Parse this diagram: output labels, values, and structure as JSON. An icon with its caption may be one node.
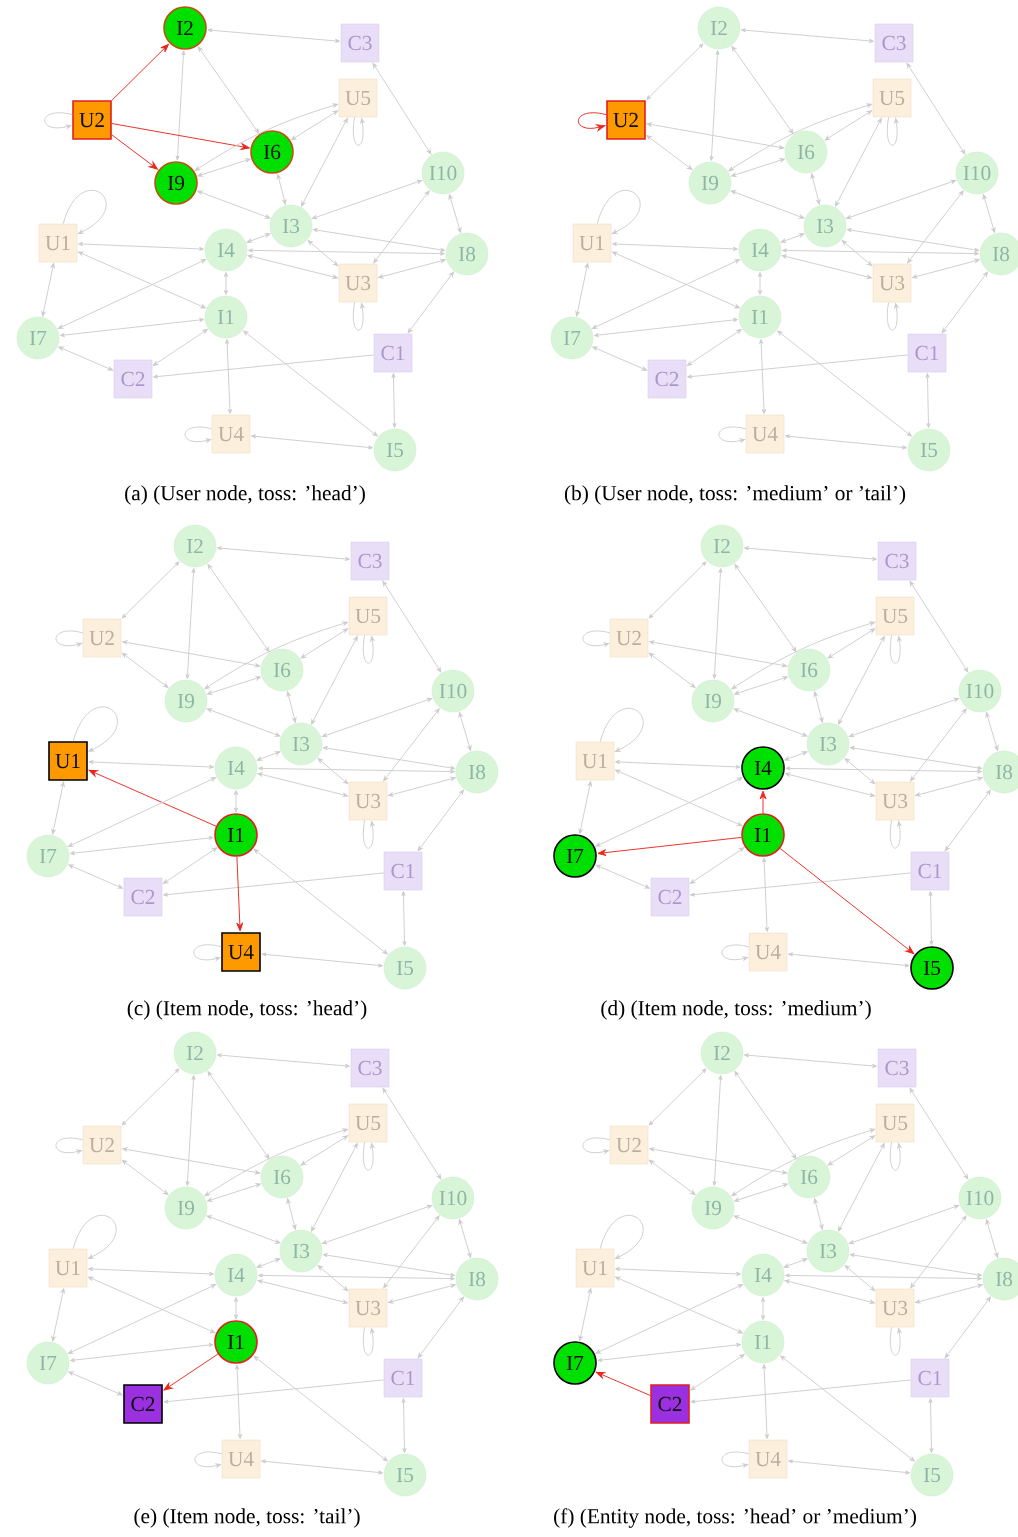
{
  "diagram": {
    "nodes": [
      {
        "text": [
          "I2"
        ]
      },
      {
        "text": [
          "C3"
        ]
      },
      {
        "text": [
          "U5"
        ]
      },
      {
        "text": [
          "U2"
        ]
      },
      {
        "text": [
          "I6"
        ]
      },
      {
        "text": [
          "I10"
        ]
      },
      {
        "text": [
          "I9"
        ]
      },
      {
        "text": [
          "I3"
        ]
      },
      {
        "text": [
          "U1"
        ]
      },
      {
        "text": [
          "I4"
        ]
      },
      {
        "text": [
          "I8"
        ]
      },
      {
        "text": [
          "U3"
        ]
      },
      {
        "text": [
          "I1"
        ]
      },
      {
        "text": [
          "I7"
        ]
      },
      {
        "text": [
          "C1"
        ]
      },
      {
        "text": [
          "C2"
        ]
      },
      {
        "text": [
          "U4"
        ]
      },
      {
        "text": [
          "I5"
        ]
      },
      {
        "text": [
          "I2"
        ]
      },
      {
        "text": [
          "C3"
        ]
      },
      {
        "text": [
          "U5"
        ]
      },
      {
        "text": [
          "U2"
        ]
      },
      {
        "text": [
          "I6"
        ]
      },
      {
        "text": [
          "I10"
        ]
      },
      {
        "text": [
          "I9"
        ]
      },
      {
        "text": [
          "I3"
        ]
      },
      {
        "text": [
          "U1"
        ]
      },
      {
        "text": [
          "I4"
        ]
      },
      {
        "text": [
          "I8"
        ]
      },
      {
        "text": [
          "U3"
        ]
      },
      {
        "text": [
          "I1"
        ]
      },
      {
        "text": [
          "I7"
        ]
      },
      {
        "text": [
          "C1"
        ]
      },
      {
        "text": [
          "C2"
        ]
      },
      {
        "text": [
          "U4"
        ]
      },
      {
        "text": [
          "I5"
        ]
      },
      {
        "text": [
          "I2"
        ]
      },
      {
        "text": [
          "C3"
        ]
      },
      {
        "text": [
          "U5"
        ]
      },
      {
        "text": [
          "U2"
        ]
      },
      {
        "text": [
          "I6"
        ]
      },
      {
        "text": [
          "I10"
        ]
      },
      {
        "text": [
          "I9"
        ]
      },
      {
        "text": [
          "I3"
        ]
      },
      {
        "text": [
          "U1"
        ]
      },
      {
        "text": [
          "I4"
        ]
      },
      {
        "text": [
          "I8"
        ]
      },
      {
        "text": [
          "U3"
        ]
      },
      {
        "text": [
          "I1"
        ]
      },
      {
        "text": [
          "I7"
        ]
      },
      {
        "text": [
          "C1"
        ]
      },
      {
        "text": [
          "C2"
        ]
      },
      {
        "text": [
          "U4"
        ]
      },
      {
        "text": [
          "I5"
        ]
      },
      {
        "text": [
          "I2"
        ]
      },
      {
        "text": [
          "C3"
        ]
      },
      {
        "text": [
          "U5"
        ]
      },
      {
        "text": [
          "U2"
        ]
      },
      {
        "text": [
          "I6"
        ]
      },
      {
        "text": [
          "I10"
        ]
      },
      {
        "text": [
          "I9"
        ]
      },
      {
        "text": [
          "I3"
        ]
      },
      {
        "text": [
          "U1"
        ]
      },
      {
        "text": [
          "I4"
        ]
      },
      {
        "text": [
          "I8"
        ]
      },
      {
        "text": [
          "U3"
        ]
      },
      {
        "text": [
          "I1"
        ]
      },
      {
        "text": [
          "I7"
        ]
      },
      {
        "text": [
          "C1"
        ]
      },
      {
        "text": [
          "C2"
        ]
      },
      {
        "text": [
          "U4"
        ]
      },
      {
        "text": [
          "I5"
        ]
      },
      {
        "text": [
          "I2"
        ]
      },
      {
        "text": [
          "C3"
        ]
      },
      {
        "text": [
          "U5"
        ]
      },
      {
        "text": [
          "U2"
        ]
      },
      {
        "text": [
          "I6"
        ]
      },
      {
        "text": [
          "I10"
        ]
      },
      {
        "text": [
          "I9"
        ]
      },
      {
        "text": [
          "I3"
        ]
      },
      {
        "text": [
          "U1"
        ]
      },
      {
        "text": [
          "I4"
        ]
      },
      {
        "text": [
          "I8"
        ]
      },
      {
        "text": [
          "U3"
        ]
      },
      {
        "text": [
          "I1"
        ]
      },
      {
        "text": [
          "I7"
        ]
      },
      {
        "text": [
          "C1"
        ]
      },
      {
        "text": [
          "C2"
        ]
      },
      {
        "text": [
          "U4"
        ]
      },
      {
        "text": [
          "I5"
        ]
      },
      {
        "text": [
          "I2"
        ]
      },
      {
        "text": [
          "C3"
        ]
      },
      {
        "text": [
          "U5"
        ]
      },
      {
        "text": [
          "U2"
        ]
      },
      {
        "text": [
          "I6"
        ]
      },
      {
        "text": [
          "I10"
        ]
      },
      {
        "text": [
          "I9"
        ]
      },
      {
        "text": [
          "I3"
        ]
      },
      {
        "text": [
          "U1"
        ]
      },
      {
        "text": [
          "I4"
        ]
      },
      {
        "text": [
          "I8"
        ]
      },
      {
        "text": [
          "U3"
        ]
      },
      {
        "text": [
          "I1"
        ]
      },
      {
        "text": [
          "I7"
        ]
      },
      {
        "text": [
          "C1"
        ]
      },
      {
        "text": [
          "C2"
        ]
      },
      {
        "text": [
          "U4"
        ]
      },
      {
        "text": [
          "I5"
        ]
      }
    ],
    "edges": [
      {
        "from": 0,
        "to": 1,
        "arrow": "both"
      },
      {
        "from": 3,
        "to": 0,
        "arrow": "to",
        "color": "#e8261c"
      },
      {
        "from": 0,
        "to": 6,
        "arrow": "both"
      },
      {
        "from": 0,
        "to": 4,
        "arrow": "both"
      },
      {
        "from": 3,
        "to": 3,
        "arrow": "to"
      },
      {
        "from": 3,
        "to": 4,
        "arrow": "to",
        "color": "#e8261c"
      },
      {
        "from": 3,
        "to": 6,
        "arrow": "to",
        "color": "#e8261c"
      },
      {
        "from": 6,
        "to": 4,
        "arrow": "both"
      },
      {
        "from": 6,
        "to": 2,
        "arrow": "both"
      },
      {
        "from": 4,
        "to": 2,
        "arrow": "both"
      },
      {
        "from": 2,
        "to": 2,
        "arrow": "to"
      },
      {
        "from": 7,
        "to": 2,
        "arrow": "both"
      },
      {
        "from": 4,
        "to": 7,
        "arrow": "both"
      },
      {
        "from": 6,
        "to": 7,
        "arrow": "both"
      },
      {
        "from": 1,
        "to": 5,
        "arrow": "both"
      },
      {
        "from": 9,
        "to": 7,
        "arrow": "both"
      },
      {
        "from": 7,
        "to": 5,
        "arrow": "both"
      },
      {
        "from": 7,
        "to": 10,
        "arrow": "both"
      },
      {
        "from": 7,
        "to": 11,
        "arrow": "both"
      },
      {
        "from": 11,
        "to": 5,
        "arrow": "both"
      },
      {
        "from": 5,
        "to": 10,
        "arrow": "both"
      },
      {
        "from": 9,
        "to": 10,
        "arrow": "both"
      },
      {
        "from": 9,
        "to": 11,
        "arrow": "both"
      },
      {
        "from": 11,
        "to": 10,
        "arrow": "both"
      },
      {
        "from": 11,
        "to": 11,
        "arrow": "to"
      },
      {
        "from": 10,
        "to": 14,
        "arrow": "both"
      },
      {
        "from": 14,
        "to": 15,
        "arrow": "to"
      },
      {
        "from": 14,
        "to": 17,
        "arrow": "both"
      },
      {
        "from": 8,
        "to": 8,
        "arrow": "to"
      },
      {
        "from": 8,
        "to": 9,
        "arrow": "both"
      },
      {
        "from": 8,
        "to": 12,
        "arrow": "both"
      },
      {
        "from": 8,
        "to": 13,
        "arrow": "both"
      },
      {
        "from": 9,
        "to": 12,
        "arrow": "both"
      },
      {
        "from": 9,
        "to": 13,
        "arrow": "both"
      },
      {
        "from": 12,
        "to": 13,
        "arrow": "both"
      },
      {
        "from": 12,
        "to": 15,
        "arrow": "both"
      },
      {
        "from": 13,
        "to": 15,
        "arrow": "both"
      },
      {
        "from": 12,
        "to": 16,
        "arrow": "both"
      },
      {
        "from": 12,
        "to": 17,
        "arrow": "both"
      },
      {
        "from": 16,
        "to": 16,
        "arrow": "to"
      },
      {
        "from": 16,
        "to": 17,
        "arrow": "both"
      },
      {
        "from": 18,
        "to": 19,
        "arrow": "both"
      },
      {
        "from": 21,
        "to": 18,
        "arrow": "both"
      },
      {
        "from": 18,
        "to": 24,
        "arrow": "both"
      },
      {
        "from": 18,
        "to": 22,
        "arrow": "both"
      },
      {
        "from": 21,
        "to": 21,
        "arrow": "to",
        "color": "#e8261c"
      },
      {
        "from": 21,
        "to": 22,
        "arrow": "both"
      },
      {
        "from": 21,
        "to": 24,
        "arrow": "both"
      },
      {
        "from": 24,
        "to": 22,
        "arrow": "both"
      },
      {
        "from": 24,
        "to": 20,
        "arrow": "both"
      },
      {
        "from": 22,
        "to": 20,
        "arrow": "both"
      },
      {
        "from": 20,
        "to": 20,
        "arrow": "to"
      },
      {
        "from": 25,
        "to": 20,
        "arrow": "both"
      },
      {
        "from": 22,
        "to": 25,
        "arrow": "both"
      },
      {
        "from": 24,
        "to": 25,
        "arrow": "both"
      },
      {
        "from": 19,
        "to": 23,
        "arrow": "both"
      },
      {
        "from": 27,
        "to": 25,
        "arrow": "both"
      },
      {
        "from": 25,
        "to": 23,
        "arrow": "both"
      },
      {
        "from": 25,
        "to": 28,
        "arrow": "both"
      },
      {
        "from": 25,
        "to": 29,
        "arrow": "both"
      },
      {
        "from": 29,
        "to": 23,
        "arrow": "both"
      },
      {
        "from": 23,
        "to": 28,
        "arrow": "both"
      },
      {
        "from": 27,
        "to": 28,
        "arrow": "both"
      },
      {
        "from": 27,
        "to": 29,
        "arrow": "both"
      },
      {
        "from": 29,
        "to": 28,
        "arrow": "both"
      },
      {
        "from": 29,
        "to": 29,
        "arrow": "to"
      },
      {
        "from": 28,
        "to": 32,
        "arrow": "both"
      },
      {
        "from": 32,
        "to": 33,
        "arrow": "to"
      },
      {
        "from": 32,
        "to": 35,
        "arrow": "both"
      },
      {
        "from": 26,
        "to": 26,
        "arrow": "to"
      },
      {
        "from": 26,
        "to": 27,
        "arrow": "both"
      },
      {
        "from": 26,
        "to": 30,
        "arrow": "both"
      },
      {
        "from": 26,
        "to": 31,
        "arrow": "both"
      },
      {
        "from": 27,
        "to": 30,
        "arrow": "both"
      },
      {
        "from": 27,
        "to": 31,
        "arrow": "both"
      },
      {
        "from": 30,
        "to": 31,
        "arrow": "both"
      },
      {
        "from": 30,
        "to": 33,
        "arrow": "both"
      },
      {
        "from": 31,
        "to": 33,
        "arrow": "both"
      },
      {
        "from": 30,
        "to": 34,
        "arrow": "both"
      },
      {
        "from": 30,
        "to": 35,
        "arrow": "both"
      },
      {
        "from": 34,
        "to": 34,
        "arrow": "to"
      },
      {
        "from": 34,
        "to": 35,
        "arrow": "both"
      },
      {
        "from": 36,
        "to": 37,
        "arrow": "both"
      },
      {
        "from": 39,
        "to": 36,
        "arrow": "both"
      },
      {
        "from": 36,
        "to": 42,
        "arrow": "both"
      },
      {
        "from": 36,
        "to": 40,
        "arrow": "both"
      },
      {
        "from": 39,
        "to": 39,
        "arrow": "to"
      },
      {
        "from": 39,
        "to": 40,
        "arrow": "both"
      },
      {
        "from": 39,
        "to": 42,
        "arrow": "both"
      },
      {
        "from": 42,
        "to": 40,
        "arrow": "both"
      },
      {
        "from": 42,
        "to": 38,
        "arrow": "both"
      },
      {
        "from": 40,
        "to": 38,
        "arrow": "both"
      },
      {
        "from": 38,
        "to": 38,
        "arrow": "to"
      },
      {
        "from": 43,
        "to": 38,
        "arrow": "both"
      },
      {
        "from": 40,
        "to": 43,
        "arrow": "both"
      },
      {
        "from": 42,
        "to": 43,
        "arrow": "both"
      },
      {
        "from": 37,
        "to": 41,
        "arrow": "both"
      },
      {
        "from": 45,
        "to": 43,
        "arrow": "both"
      },
      {
        "from": 43,
        "to": 41,
        "arrow": "both"
      },
      {
        "from": 43,
        "to": 46,
        "arrow": "both"
      },
      {
        "from": 43,
        "to": 47,
        "arrow": "both"
      },
      {
        "from": 47,
        "to": 41,
        "arrow": "both"
      },
      {
        "from": 41,
        "to": 46,
        "arrow": "both"
      },
      {
        "from": 45,
        "to": 46,
        "arrow": "both"
      },
      {
        "from": 45,
        "to": 47,
        "arrow": "both"
      },
      {
        "from": 47,
        "to": 46,
        "arrow": "both"
      },
      {
        "from": 47,
        "to": 47,
        "arrow": "to"
      },
      {
        "from": 46,
        "to": 50,
        "arrow": "both"
      },
      {
        "from": 50,
        "to": 51,
        "arrow": "to"
      },
      {
        "from": 50,
        "to": 53,
        "arrow": "both"
      },
      {
        "from": 44,
        "to": 44,
        "arrow": "to"
      },
      {
        "from": 44,
        "to": 45,
        "arrow": "both"
      },
      {
        "from": 48,
        "to": 44,
        "arrow": "to",
        "color": "#e8261c"
      },
      {
        "from": 44,
        "to": 49,
        "arrow": "both"
      },
      {
        "from": 45,
        "to": 48,
        "arrow": "both"
      },
      {
        "from": 45,
        "to": 49,
        "arrow": "both"
      },
      {
        "from": 48,
        "to": 49,
        "arrow": "both"
      },
      {
        "from": 48,
        "to": 51,
        "arrow": "both"
      },
      {
        "from": 49,
        "to": 51,
        "arrow": "both"
      },
      {
        "from": 48,
        "to": 52,
        "arrow": "to",
        "color": "#e8261c"
      },
      {
        "from": 48,
        "to": 53,
        "arrow": "both"
      },
      {
        "from": 52,
        "to": 52,
        "arrow": "to"
      },
      {
        "from": 52,
        "to": 53,
        "arrow": "both"
      },
      {
        "from": 54,
        "to": 55,
        "arrow": "both"
      },
      {
        "from": 57,
        "to": 54,
        "arrow": "both"
      },
      {
        "from": 54,
        "to": 60,
        "arrow": "both"
      },
      {
        "from": 54,
        "to": 58,
        "arrow": "both"
      },
      {
        "from": 57,
        "to": 57,
        "arrow": "to"
      },
      {
        "from": 57,
        "to": 58,
        "arrow": "both"
      },
      {
        "from": 57,
        "to": 60,
        "arrow": "both"
      },
      {
        "from": 60,
        "to": 58,
        "arrow": "both"
      },
      {
        "from": 60,
        "to": 56,
        "arrow": "both"
      },
      {
        "from": 58,
        "to": 56,
        "arrow": "both"
      },
      {
        "from": 56,
        "to": 56,
        "arrow": "to"
      },
      {
        "from": 61,
        "to": 56,
        "arrow": "both"
      },
      {
        "from": 58,
        "to": 61,
        "arrow": "both"
      },
      {
        "from": 60,
        "to": 61,
        "arrow": "both"
      },
      {
        "from": 55,
        "to": 59,
        "arrow": "both"
      },
      {
        "from": 63,
        "to": 61,
        "arrow": "both"
      },
      {
        "from": 61,
        "to": 59,
        "arrow": "both"
      },
      {
        "from": 61,
        "to": 64,
        "arrow": "both"
      },
      {
        "from": 61,
        "to": 65,
        "arrow": "both"
      },
      {
        "from": 65,
        "to": 59,
        "arrow": "both"
      },
      {
        "from": 59,
        "to": 64,
        "arrow": "both"
      },
      {
        "from": 63,
        "to": 64,
        "arrow": "both"
      },
      {
        "from": 63,
        "to": 65,
        "arrow": "both"
      },
      {
        "from": 65,
        "to": 64,
        "arrow": "both"
      },
      {
        "from": 65,
        "to": 65,
        "arrow": "to"
      },
      {
        "from": 64,
        "to": 68,
        "arrow": "both"
      },
      {
        "from": 68,
        "to": 69,
        "arrow": "to"
      },
      {
        "from": 68,
        "to": 71,
        "arrow": "both"
      },
      {
        "from": 62,
        "to": 62,
        "arrow": "to"
      },
      {
        "from": 62,
        "to": 63,
        "arrow": "both"
      },
      {
        "from": 62,
        "to": 66,
        "arrow": "both"
      },
      {
        "from": 62,
        "to": 67,
        "arrow": "both"
      },
      {
        "from": 66,
        "to": 63,
        "arrow": "to",
        "color": "#e8261c"
      },
      {
        "from": 63,
        "to": 67,
        "arrow": "both"
      },
      {
        "from": 66,
        "to": 67,
        "arrow": "to",
        "color": "#e8261c"
      },
      {
        "from": 66,
        "to": 69,
        "arrow": "both"
      },
      {
        "from": 67,
        "to": 69,
        "arrow": "both"
      },
      {
        "from": 66,
        "to": 70,
        "arrow": "both"
      },
      {
        "from": 66,
        "to": 71,
        "arrow": "to",
        "color": "#e8261c"
      },
      {
        "from": 70,
        "to": 70,
        "arrow": "to"
      },
      {
        "from": 70,
        "to": 71,
        "arrow": "both"
      },
      {
        "from": 72,
        "to": 73,
        "arrow": "both"
      },
      {
        "from": 75,
        "to": 72,
        "arrow": "both"
      },
      {
        "from": 72,
        "to": 78,
        "arrow": "both"
      },
      {
        "from": 72,
        "to": 76,
        "arrow": "both"
      },
      {
        "from": 75,
        "to": 75,
        "arrow": "to"
      },
      {
        "from": 75,
        "to": 76,
        "arrow": "both"
      },
      {
        "from": 75,
        "to": 78,
        "arrow": "both"
      },
      {
        "from": 78,
        "to": 76,
        "arrow": "both"
      },
      {
        "from": 78,
        "to": 74,
        "arrow": "both"
      },
      {
        "from": 76,
        "to": 74,
        "arrow": "both"
      },
      {
        "from": 74,
        "to": 74,
        "arrow": "to"
      },
      {
        "from": 79,
        "to": 74,
        "arrow": "both"
      },
      {
        "from": 76,
        "to": 79,
        "arrow": "both"
      },
      {
        "from": 78,
        "to": 79,
        "arrow": "both"
      },
      {
        "from": 73,
        "to": 77,
        "arrow": "both"
      },
      {
        "from": 81,
        "to": 79,
        "arrow": "both"
      },
      {
        "from": 79,
        "to": 77,
        "arrow": "both"
      },
      {
        "from": 79,
        "to": 82,
        "arrow": "both"
      },
      {
        "from": 79,
        "to": 83,
        "arrow": "both"
      },
      {
        "from": 83,
        "to": 77,
        "arrow": "both"
      },
      {
        "from": 77,
        "to": 82,
        "arrow": "both"
      },
      {
        "from": 81,
        "to": 82,
        "arrow": "both"
      },
      {
        "from": 81,
        "to": 83,
        "arrow": "both"
      },
      {
        "from": 83,
        "to": 82,
        "arrow": "both"
      },
      {
        "from": 83,
        "to": 83,
        "arrow": "to"
      },
      {
        "from": 82,
        "to": 86,
        "arrow": "both"
      },
      {
        "from": 86,
        "to": 87,
        "arrow": "to"
      },
      {
        "from": 86,
        "to": 89,
        "arrow": "both"
      },
      {
        "from": 80,
        "to": 80,
        "arrow": "to"
      },
      {
        "from": 80,
        "to": 81,
        "arrow": "both"
      },
      {
        "from": 80,
        "to": 84,
        "arrow": "both"
      },
      {
        "from": 80,
        "to": 85,
        "arrow": "both"
      },
      {
        "from": 81,
        "to": 84,
        "arrow": "both"
      },
      {
        "from": 81,
        "to": 85,
        "arrow": "both"
      },
      {
        "from": 84,
        "to": 85,
        "arrow": "both"
      },
      {
        "from": 84,
        "to": 87,
        "arrow": "to",
        "color": "#e8261c"
      },
      {
        "from": 85,
        "to": 87,
        "arrow": "both"
      },
      {
        "from": 84,
        "to": 88,
        "arrow": "both"
      },
      {
        "from": 84,
        "to": 89,
        "arrow": "both"
      },
      {
        "from": 88,
        "to": 88,
        "arrow": "to"
      },
      {
        "from": 88,
        "to": 89,
        "arrow": "both"
      },
      {
        "from": 90,
        "to": 91,
        "arrow": "both"
      },
      {
        "from": 93,
        "to": 90,
        "arrow": "both"
      },
      {
        "from": 90,
        "to": 96,
        "arrow": "both"
      },
      {
        "from": 90,
        "to": 94,
        "arrow": "both"
      },
      {
        "from": 93,
        "to": 93,
        "arrow": "to"
      },
      {
        "from": 93,
        "to": 94,
        "arrow": "both"
      },
      {
        "from": 93,
        "to": 96,
        "arrow": "both"
      },
      {
        "from": 96,
        "to": 94,
        "arrow": "both"
      },
      {
        "from": 96,
        "to": 92,
        "arrow": "both"
      },
      {
        "from": 94,
        "to": 92,
        "arrow": "both"
      },
      {
        "from": 92,
        "to": 92,
        "arrow": "to"
      },
      {
        "from": 97,
        "to": 92,
        "arrow": "both"
      },
      {
        "from": 94,
        "to": 97,
        "arrow": "both"
      },
      {
        "from": 96,
        "to": 97,
        "arrow": "both"
      },
      {
        "from": 91,
        "to": 95,
        "arrow": "both"
      },
      {
        "from": 99,
        "to": 97,
        "arrow": "both"
      },
      {
        "from": 97,
        "to": 95,
        "arrow": "both"
      },
      {
        "from": 97,
        "to": 100,
        "arrow": "both"
      },
      {
        "from": 97,
        "to": 101,
        "arrow": "both"
      },
      {
        "from": 101,
        "to": 95,
        "arrow": "both"
      },
      {
        "from": 95,
        "to": 100,
        "arrow": "both"
      },
      {
        "from": 99,
        "to": 100,
        "arrow": "both"
      },
      {
        "from": 99,
        "to": 101,
        "arrow": "both"
      },
      {
        "from": 101,
        "to": 100,
        "arrow": "both"
      },
      {
        "from": 101,
        "to": 101,
        "arrow": "to"
      },
      {
        "from": 100,
        "to": 104,
        "arrow": "both"
      },
      {
        "from": 104,
        "to": 105,
        "arrow": "to"
      },
      {
        "from": 104,
        "to": 107,
        "arrow": "both"
      },
      {
        "from": 98,
        "to": 98,
        "arrow": "to"
      },
      {
        "from": 98,
        "to": 99,
        "arrow": "both"
      },
      {
        "from": 98,
        "to": 102,
        "arrow": "both"
      },
      {
        "from": 98,
        "to": 103,
        "arrow": "both"
      },
      {
        "from": 99,
        "to": 102,
        "arrow": "both"
      },
      {
        "from": 99,
        "to": 103,
        "arrow": "both"
      },
      {
        "from": 102,
        "to": 103,
        "arrow": "both"
      },
      {
        "from": 102,
        "to": 105,
        "arrow": "both"
      },
      {
        "from": 105,
        "to": 103,
        "arrow": "to",
        "color": "#e8261c"
      },
      {
        "from": 102,
        "to": 106,
        "arrow": "both"
      },
      {
        "from": 102,
        "to": 107,
        "arrow": "both"
      },
      {
        "from": 106,
        "to": 106,
        "arrow": "to"
      },
      {
        "from": 106,
        "to": 107,
        "arrow": "both"
      }
    ],
    "labels": [
      "(a) (User node, toss: ’head’)",
      "(b) (User node, toss: ’medium’ or ’tail’)",
      "(c) (Item node, toss: ’head’)",
      "(d) (Item node, toss: ’medium’)",
      "(e) (Item node, toss: ’tail’)",
      "(f) (Entity node, toss: ’head’ or ’medium’)"
    ]
  }
}
